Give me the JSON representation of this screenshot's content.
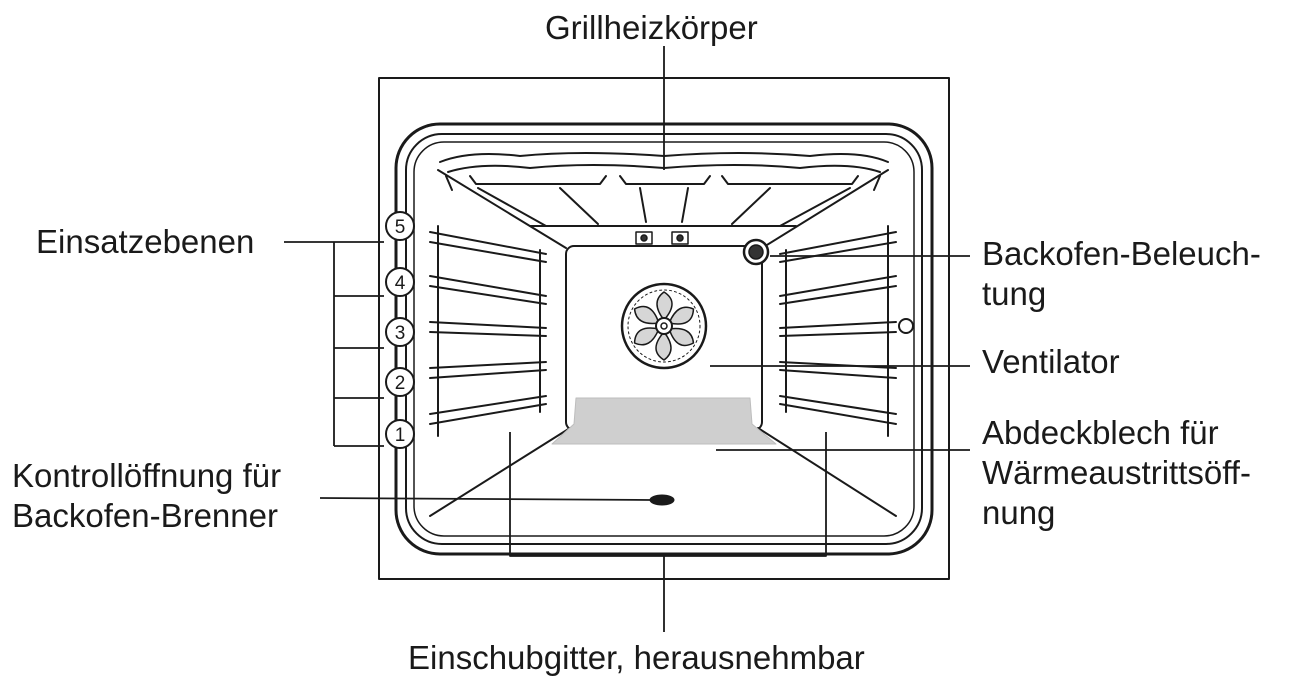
{
  "labels": {
    "grill": "Grillheizkörper",
    "ebenen": "Einsatzebenen",
    "beleuchtung": [
      "Backofen-Beleuch-",
      "tung"
    ],
    "ventilator": "Ventilator",
    "abdeckblech": [
      "Abdeckblech für",
      "Wärmeaustrittsöff-",
      "nung"
    ],
    "kontroll": [
      "Kontrollöffnung für",
      "Backofen-Brenner"
    ],
    "einschub": "Einschubgitter, herausnehmbar"
  },
  "levels": [
    "5",
    "4",
    "3",
    "2",
    "1"
  ],
  "colors": {
    "line": "#1a1a1a",
    "fill": "#ffffff",
    "shade": "#cfcfcf",
    "dark": "#333333"
  }
}
